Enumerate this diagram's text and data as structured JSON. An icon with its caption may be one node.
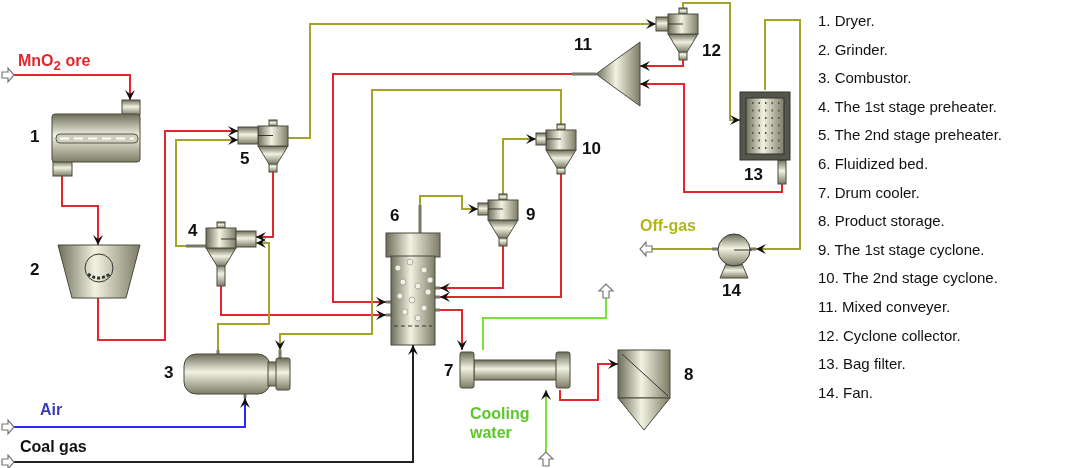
{
  "diagram": {
    "nodes": [
      {
        "text": [
          "1"
        ]
      },
      {
        "text": [
          "2"
        ]
      },
      {
        "text": [
          "3"
        ]
      },
      {
        "text": [
          "4"
        ]
      },
      {
        "text": [
          "5"
        ]
      },
      {
        "text": [
          "6"
        ]
      },
      {
        "text": [
          "7"
        ]
      },
      {
        "text": [
          "8"
        ]
      },
      {
        "text": [
          "9"
        ]
      },
      {
        "text": [
          "10"
        ]
      },
      {
        "text": [
          "11"
        ]
      },
      {
        "text": [
          "12"
        ]
      },
      {
        "text": [
          "13"
        ]
      },
      {
        "text": [
          "14"
        ]
      },
      {
        "text": [
          "MnO$_{2}$ ore"
        ]
      },
      {
        "text": [
          "Air"
        ]
      },
      {
        "text": [
          "Coal gas"
        ]
      },
      {
        "text": [
          "Cooling water"
        ]
      },
      {
        "text": [],
        "shape": "arrow"
      },
      {
        "text": [
          "Off-gas"
        ]
      }
    ],
    "edges": [
      {
        "from": 14,
        "to": 0,
        "arrow": "to"
      },
      {
        "from": 0,
        "to": 1,
        "arrow": "to"
      },
      {
        "from": 1,
        "to": 4,
        "arrow": "to"
      },
      {
        "from": 4,
        "to": 3,
        "arrow": "to"
      },
      {
        "from": 3,
        "to": 5,
        "arrow": "to"
      },
      {
        "from": 10,
        "to": 5,
        "arrow": "to"
      },
      {
        "from": 8,
        "to": 5,
        "arrow": "to"
      },
      {
        "from": 9,
        "to": 5,
        "arrow": "to"
      },
      {
        "from": 5,
        "to": 6,
        "arrow": "to"
      },
      {
        "from": 6,
        "to": 7,
        "arrow": "to"
      },
      {
        "from": 11,
        "to": 10,
        "arrow": "to"
      },
      {
        "from": 12,
        "to": 10,
        "arrow": "to"
      },
      {
        "from": 2,
        "to": 3,
        "arrow": "to",
        "color": "#a3a32c"
      },
      {
        "from": 3,
        "to": 4,
        "arrow": "to",
        "color": "#a3a32c"
      },
      {
        "from": 4,
        "to": 11,
        "arrow": "to",
        "color": "#a3a32c"
      },
      {
        "from": 11,
        "to": 12,
        "arrow": "to",
        "color": "#a3a32c"
      },
      {
        "from": 12,
        "to": 13,
        "arrow": "to",
        "color": "#a3a32c"
      },
      {
        "from": 13,
        "to": 19,
        "arrow": "none",
        "color": "#a3a32c"
      },
      {
        "from": 5,
        "to": 8,
        "arrow": "to",
        "color": "#a3a32c"
      },
      {
        "from": 8,
        "to": 9,
        "arrow": "to",
        "color": "#a3a32c"
      },
      {
        "from": 9,
        "to": 2,
        "arrow": "to",
        "color": "#a3a32c"
      },
      {
        "from": 15,
        "to": 2,
        "arrow": "to",
        "color": "#2b2bf0"
      },
      {
        "from": 16,
        "to": 5,
        "arrow": "to",
        "color": "#222222"
      },
      {
        "from": 17,
        "to": 6,
        "arrow": "to",
        "color": "#7ae03a"
      },
      {
        "from": 6,
        "to": 18,
        "arrow": "none",
        "color": "#7ae03a"
      }
    ],
    "labels": [
      "1. Dryer.",
      "2. Grinder.",
      "3. Combustor.",
      "4. The 1st stage preheater.",
      "5. The 2nd stage preheater.",
      "6. Fluidized bed.",
      "7. Drum cooler.",
      "8. Product storage.",
      "9. The 1st stage cyclone.",
      "10. The 2nd stage cyclone.",
      "11. Mixed conveyer.",
      "12. Cyclone collector.",
      "13. Bag filter.",
      "14. Fan."
    ]
  }
}
